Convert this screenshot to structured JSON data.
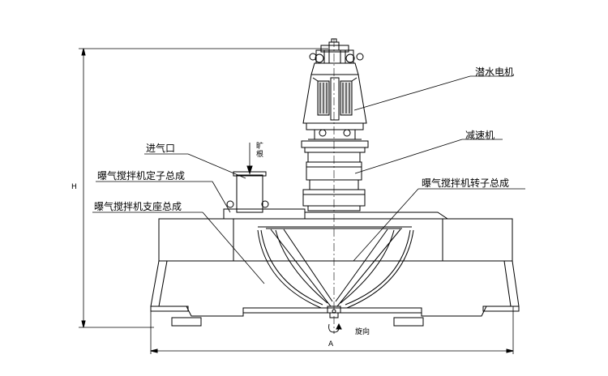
{
  "labels": {
    "motor": "潜水电机",
    "reducer": "减速机",
    "air_inlet": "进气口",
    "stator": "曝气搅拌机定子总成",
    "support": "曝气搅拌机支座总成",
    "rotor": "曝气搅拌机转子总成"
  },
  "annotations": {
    "air_direction": "旷根",
    "rotation": "旋向"
  },
  "dimensions": {
    "height": "H",
    "width": "A"
  }
}
